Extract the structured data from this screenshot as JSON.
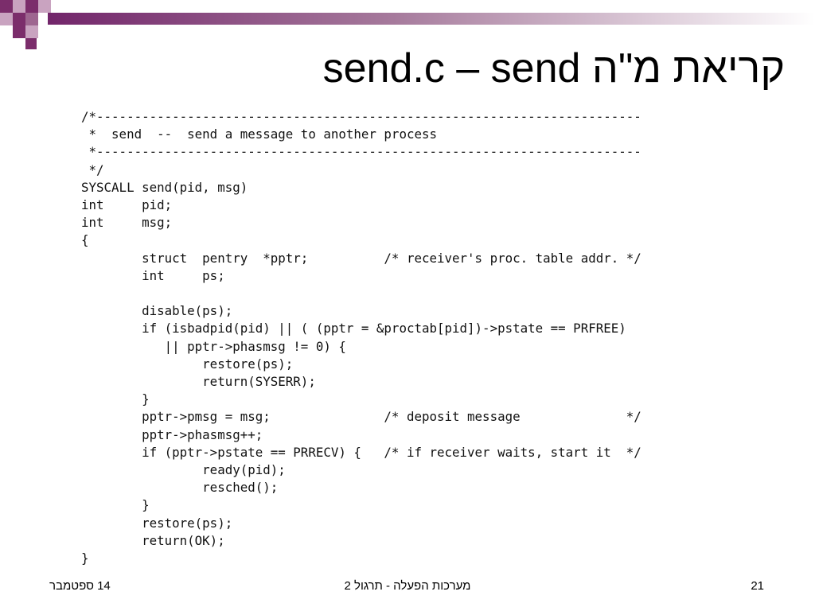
{
  "slide": {
    "title": "קריאת מ\"ה send.c – send",
    "code_lines": [
      "/*------------------------------------------------------------------------",
      " *  send  --  send a message to another process",
      " *------------------------------------------------------------------------",
      " */",
      "SYSCALL send(pid, msg)",
      "int     pid;",
      "int     msg;",
      "{",
      "        struct  pentry  *pptr;          /* receiver's proc. table addr. */",
      "        int     ps;",
      "",
      "        disable(ps);",
      "        if (isbadpid(pid) || ( (pptr = &proctab[pid])->pstate == PRFREE)",
      "           || pptr->phasmsg != 0) {",
      "                restore(ps);",
      "                return(SYSERR);",
      "        }",
      "        pptr->pmsg = msg;               /* deposit message              */",
      "        pptr->phasmsg++;",
      "        if (pptr->pstate == PRRECV) {   /* if receiver waits, start it  */",
      "                ready(pid);",
      "                resched();",
      "        }",
      "        restore(ps);",
      "        return(OK);",
      "}"
    ]
  },
  "footer": {
    "date": "14 ספטמבר",
    "course": "מערכות הפעלה - תרגול 2",
    "page_number": "21"
  },
  "colors": {
    "accent_dark": "#7b2d6b",
    "accent_light": "#c9a3c0"
  }
}
